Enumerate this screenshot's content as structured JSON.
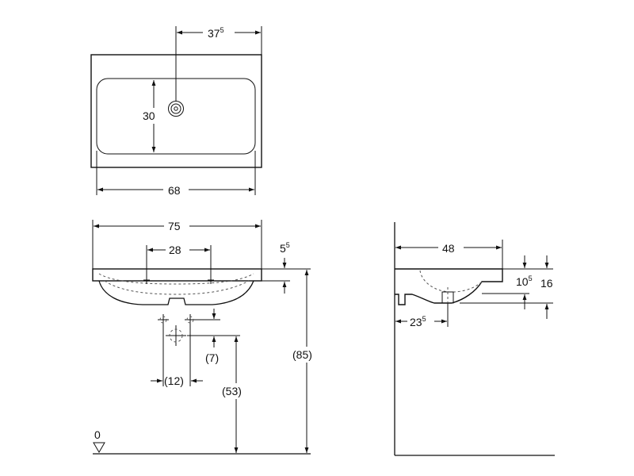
{
  "colors": {
    "line": "#111111",
    "hidden_line": "#555555",
    "background": "#ffffff"
  },
  "top_view": {
    "tap_offset": {
      "main": "37",
      "sup": "5"
    },
    "bowl_depth": "30",
    "bowl_width": "68"
  },
  "front_view": {
    "overall_width": "75",
    "hole_spacing": "28",
    "rim_thickness": {
      "main": "5",
      "sup": "5"
    },
    "outlet_height": "(7)",
    "outlet_spacing": "(12)",
    "drain_height": "(53)",
    "rim_height": "(85)",
    "floor_level": "0"
  },
  "side_view": {
    "projection": "48",
    "bowl_height": {
      "main": "10",
      "sup": "5"
    },
    "total_height": "16",
    "drain_offset": {
      "main": "23",
      "sup": "5"
    }
  }
}
